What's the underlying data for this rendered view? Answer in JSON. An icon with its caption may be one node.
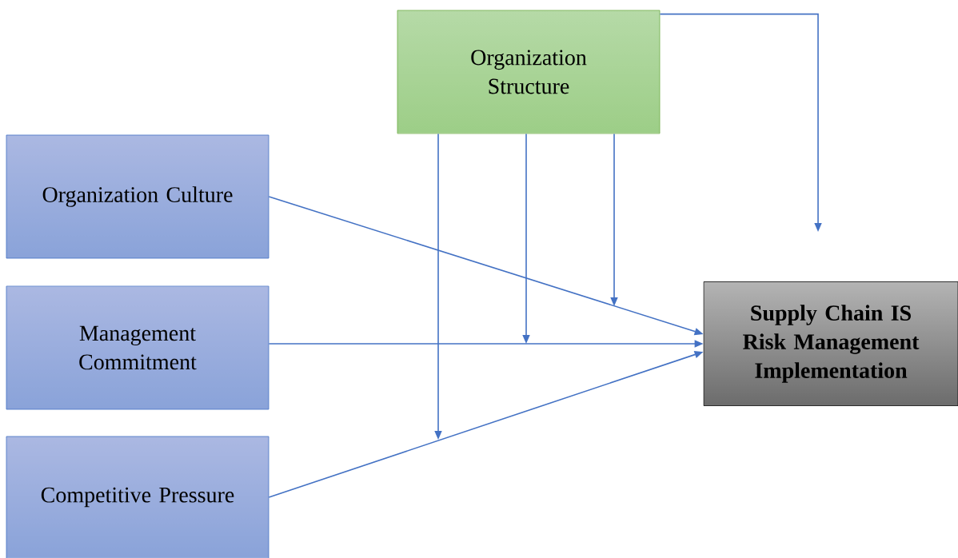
{
  "diagram": {
    "nodes": [
      {
        "text": [
          "Organization Structure"
        ]
      },
      {
        "text": [
          "Organization Culture"
        ]
      },
      {
        "text": [
          "Management Commitment"
        ]
      },
      {
        "text": [
          "Competitive Pressure"
        ]
      },
      {
        "text": [
          "Supply Chain IS Risk Management Implementation"
        ]
      }
    ],
    "edges": [
      {
        "from": 1,
        "to": 4,
        "arrow": "to"
      },
      {
        "from": 2,
        "to": 4,
        "arrow": "to"
      },
      {
        "from": 3,
        "to": 4,
        "arrow": "to"
      },
      {
        "from": 0,
        "to": null,
        "arrow": "to"
      },
      {
        "from": 0,
        "to": null,
        "arrow": "to"
      },
      {
        "from": 0,
        "to": null,
        "arrow": "to"
      },
      {
        "from": 0,
        "to": null,
        "arrow": "to"
      }
    ]
  }
}
